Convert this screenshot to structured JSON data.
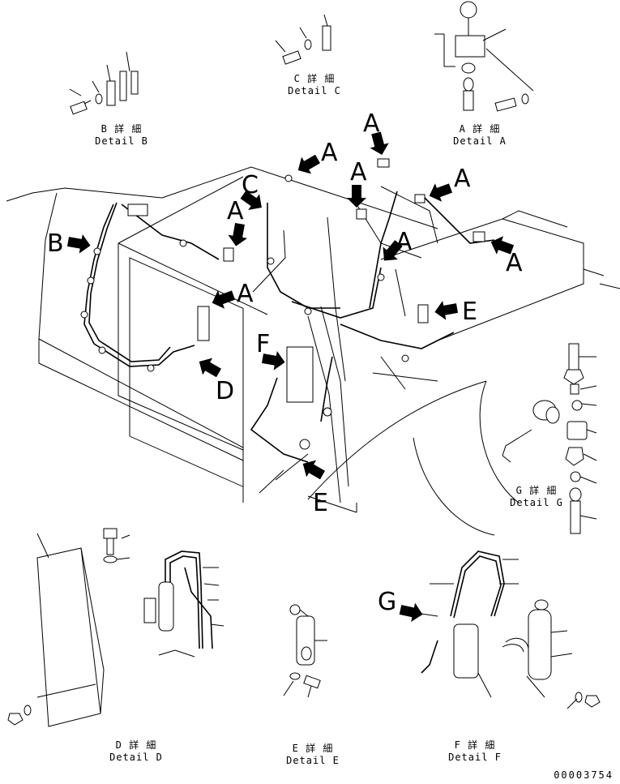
{
  "details": {
    "A": {
      "jp": "A 詳 細",
      "en": "Detail A"
    },
    "B": {
      "jp": "B 詳 細",
      "en": "Detail B"
    },
    "C": {
      "jp": "C 詳 細",
      "en": "Detail C"
    },
    "D": {
      "jp": "D 詳 細",
      "en": "Detail D"
    },
    "E": {
      "jp": "E 詳 細",
      "en": "Detail E"
    },
    "F": {
      "jp": "F 詳 細",
      "en": "Detail F"
    },
    "G": {
      "jp": "G 詳 細",
      "en": "Detail G"
    }
  },
  "callouts": {
    "A": "A",
    "B": "B",
    "C": "C",
    "D": "D",
    "E": "E",
    "F": "F",
    "G": "G"
  },
  "document_number": "00003754"
}
